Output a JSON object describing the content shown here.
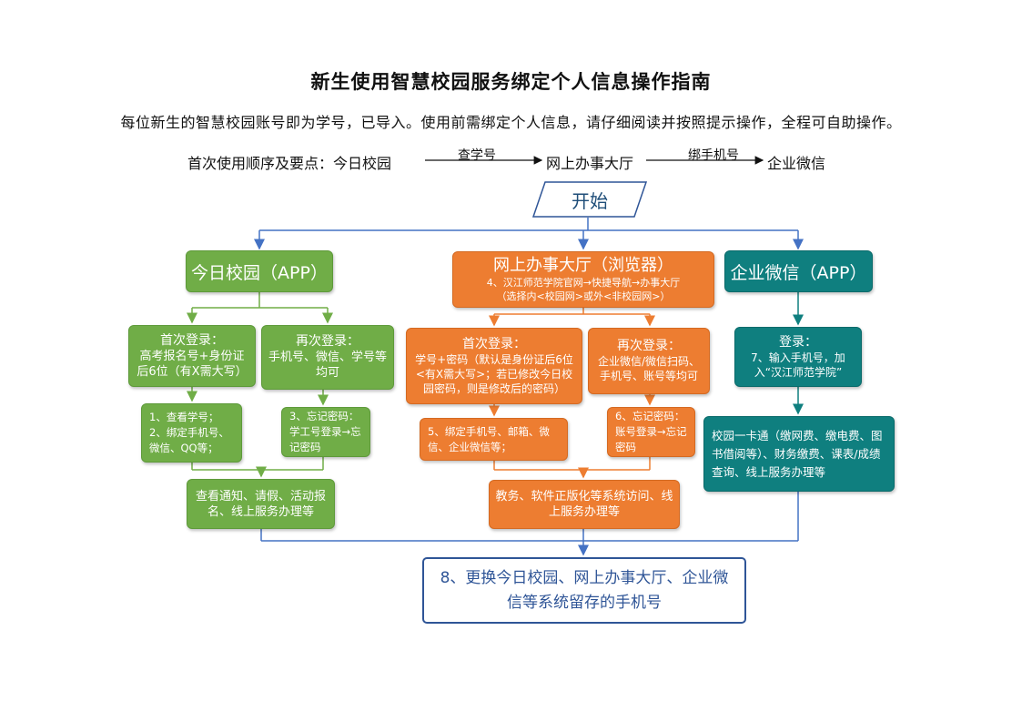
{
  "header": {
    "title": "新生使用智慧校园服务绑定个人信息操作指南",
    "subtitle": "每位新生的智慧校园账号即为学号，已导入。使用前需绑定个人信息，请仔细阅读并按照提示操作，全程可自助操作。"
  },
  "sequence": {
    "lead": "首次使用顺序及要点：",
    "step1": "今日校园",
    "label1": "查学号",
    "step2": "网上办事大厅",
    "label2": "绑手机号",
    "step3": "企业微信"
  },
  "flow": {
    "start": "开始",
    "col1": {
      "title": "今日校园（APP）",
      "first_title": "首次登录：",
      "first_body": "高考报名号+身份证后6位（有X需大写）",
      "again_title": "再次登录：",
      "again_body": "手机号、微信、学号等均可",
      "step_a": "1、查看学号；2、绑定手机号、微信、QQ等；",
      "step_b": "3、忘记密码：学工号登录→忘记密码",
      "result": "查看通知、请假、活动报名、线上服务办理等"
    },
    "col2": {
      "title": "网上办事大厅（浏览器）",
      "title_sub1": "4、汉江师范学院官网→快捷导航→办事大厅",
      "title_sub2": "（选择内<校园网>或外<非校园网>）",
      "first_title": "首次登录：",
      "first_body": "学号+密码（默认是身份证后6位<有X需大写>；若已修改今日校园密码，则是修改后的密码）",
      "again_title": "再次登录：",
      "again_body": "企业微信/微信扫码、手机号、账号等均可",
      "step_a": "5、绑定手机号、邮箱、微信、企业微信等；",
      "step_b": "6、忘记密码：账号登录→忘记密码",
      "result": "教务、软件正版化等系统访问、线上服务办理等"
    },
    "col3": {
      "title": "企业微信（APP）",
      "login_title": "登录：",
      "login_body": "7、输入手机号，加入“汉江师范学院”",
      "result": "校园一卡通（缴网费、缴电费、图书借阅等）、财务缴费、课表/成绩查询、线上服务办理等"
    },
    "final": "8、更换今日校园、网上办事大厅、企业微信等系统留存的手机号"
  },
  "colors": {
    "green": "#70ad47",
    "orange": "#ed7d31",
    "teal": "#0f7f7f",
    "connector": "#4472c4",
    "final_border": "#2f5597"
  }
}
